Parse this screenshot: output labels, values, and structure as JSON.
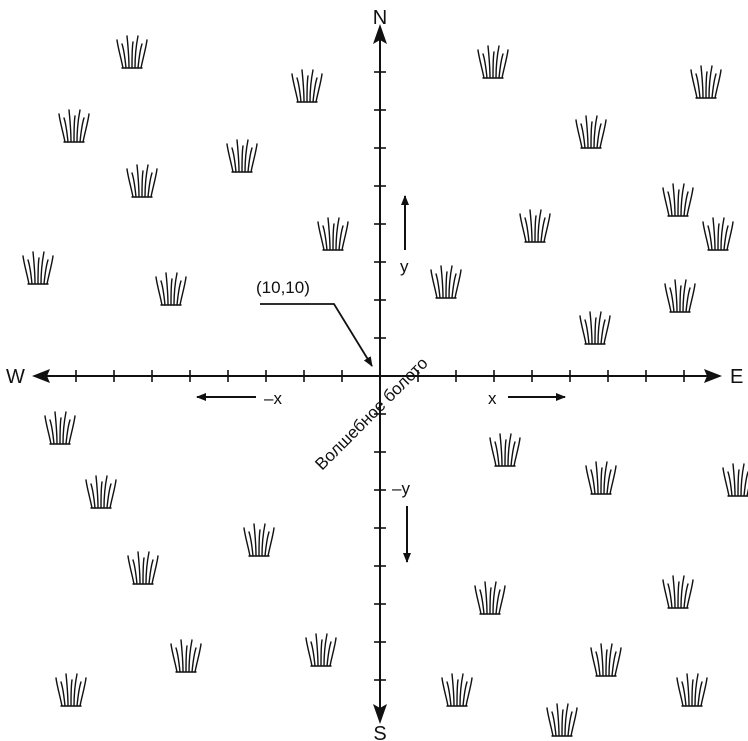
{
  "compass": {
    "north": "N",
    "south": "S",
    "east": "E",
    "west": "W"
  },
  "axis_labels": {
    "x": "x",
    "neg_x": "–x",
    "y": "y",
    "neg_y": "–y"
  },
  "point_label": "(10,10)",
  "swamp_label": "Волшебное болото",
  "icons": {
    "tuft": "grass-tuft-icon"
  }
}
